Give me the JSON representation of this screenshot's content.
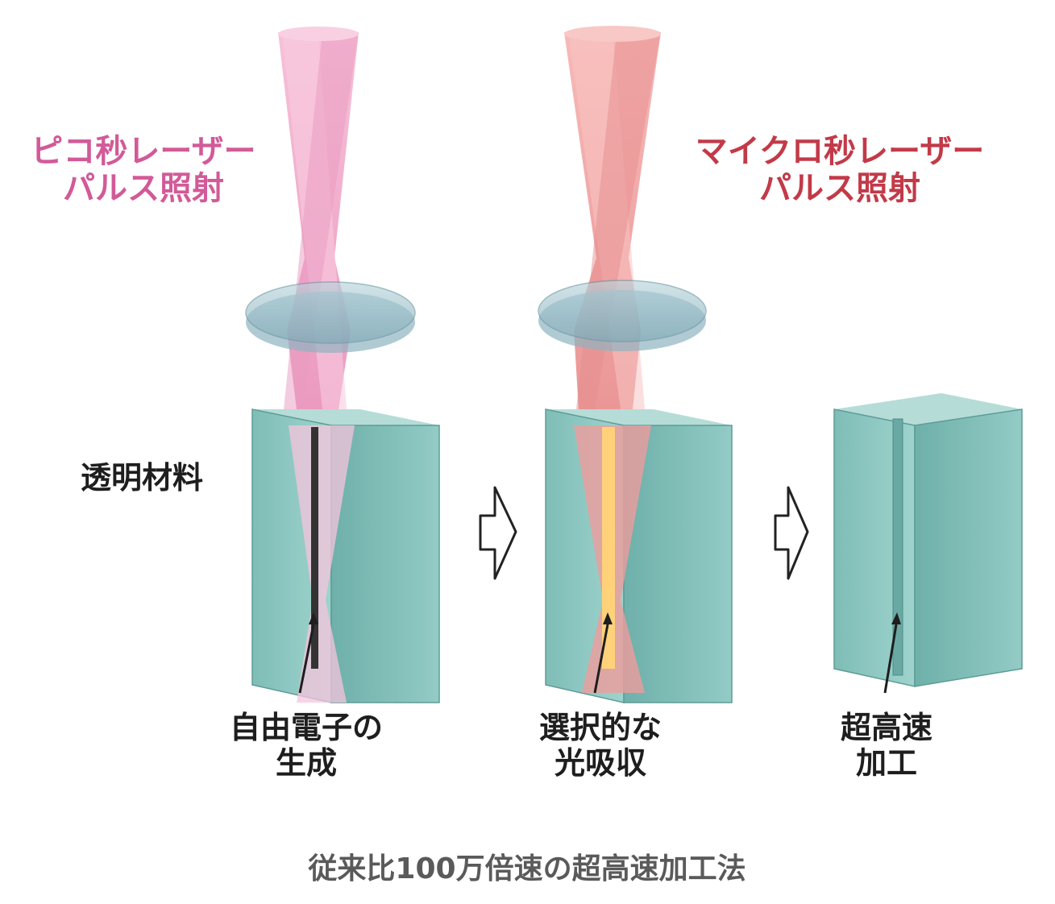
{
  "labels": {
    "pico": {
      "line1": "ピコ秒レーザー",
      "line2": "パルス照射"
    },
    "micro": {
      "line1": "マイクロ秒レーザー",
      "line2": "パルス照射"
    },
    "material": "透明材料",
    "stage1": {
      "line1": "自由電子の",
      "line2": "生成"
    },
    "stage2": {
      "line1": "選択的な",
      "line2": "光吸収"
    },
    "stage3": {
      "line1": "超高速",
      "line2": "加工"
    }
  },
  "caption": "従来比100万倍速の超高速加工法",
  "colors": {
    "pico_beam": "#f2a8c8",
    "micro_beam": "#f0a0a0",
    "material": "#8ec9c4",
    "lens": "#9cc3cf",
    "electron_line": "#333333",
    "absorption_line": "#ffd27a",
    "pico_text": "#d25a98",
    "micro_text": "#c23a48",
    "caption_text": "#5a5a5a"
  },
  "icons": {
    "arrow1": "right-arrow-outline-icon",
    "arrow2": "right-arrow-outline-icon"
  }
}
